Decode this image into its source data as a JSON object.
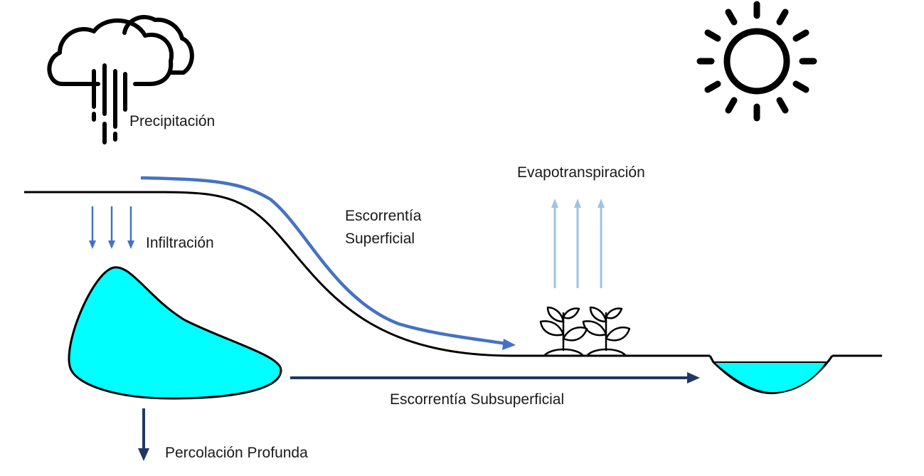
{
  "labels": {
    "precipitation": "Precipitación",
    "evapotranspiration": "Evapotranspiración",
    "surface_runoff_line1": "Escorrentía",
    "surface_runoff_line2": "Superficial",
    "infiltration": "Infiltración",
    "subsurface_runoff": "Escorrentía Subsuperficial",
    "deep_percolation": "Percolación Profunda"
  },
  "icons": [
    "rain-cloud-icon",
    "sun-icon",
    "plant-icon"
  ],
  "colors": {
    "ground_line": "#000000",
    "surface_arrow": "#4472c4",
    "infiltration_arrow": "#4472c4",
    "subsurface_arrow": "#203864",
    "percolation_arrow": "#203864",
    "evapotranspiration_arrow": "#9dc3e6",
    "water": "#00ffff"
  }
}
